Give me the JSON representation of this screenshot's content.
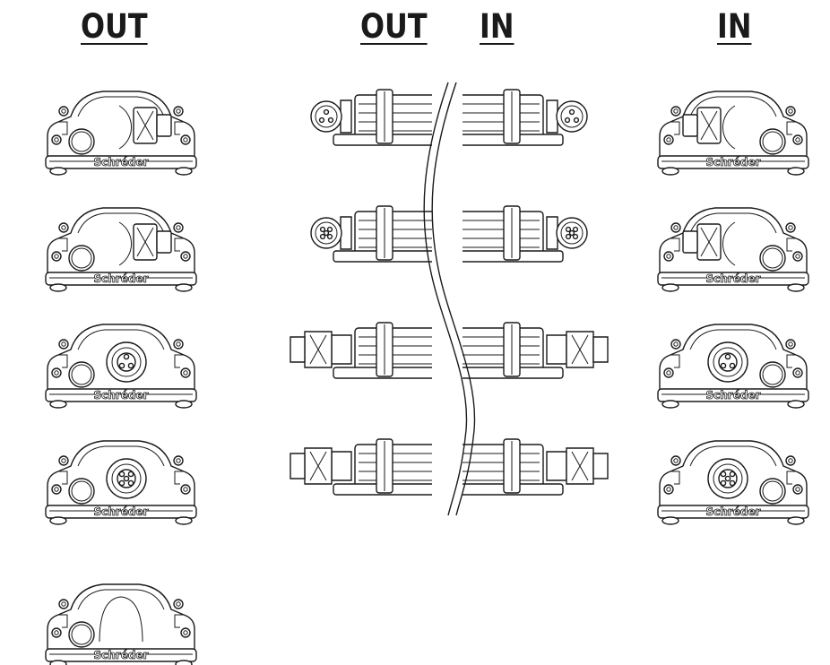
{
  "headers": {
    "left_out": "OUT",
    "center_out": "OUT",
    "center_in": "IN",
    "right_in": "IN"
  },
  "brand_label": "Schréder",
  "colors": {
    "line": "#1a1a1a",
    "background": "#ffffff"
  },
  "left_column": [
    {
      "name": "plug-housing-out",
      "face": "plug"
    },
    {
      "name": "plug-housing-out",
      "face": "plug"
    },
    {
      "name": "socket-3pin-out",
      "face": "socket3"
    },
    {
      "name": "socket-5pin-out",
      "face": "socket5"
    },
    {
      "name": "blank-cap-out",
      "face": "blank"
    }
  ],
  "right_column": [
    {
      "name": "plug-housing-in",
      "face": "plug"
    },
    {
      "name": "plug-housing-in",
      "face": "plug"
    },
    {
      "name": "socket-3pin-in",
      "face": "socket3"
    },
    {
      "name": "socket-5pin-in",
      "face": "socket5"
    }
  ],
  "center_column": [
    {
      "name": "cable-3pin-socket-to-socket",
      "left_end": "socket3",
      "right_end": "socket3"
    },
    {
      "name": "cable-5pin-socket-to-socket",
      "left_end": "socket5",
      "right_end": "socket5"
    },
    {
      "name": "cable-plug-to-plug",
      "left_end": "plug",
      "right_end": "plug"
    },
    {
      "name": "cable-plug-to-plug",
      "left_end": "plug",
      "right_end": "plug"
    }
  ]
}
